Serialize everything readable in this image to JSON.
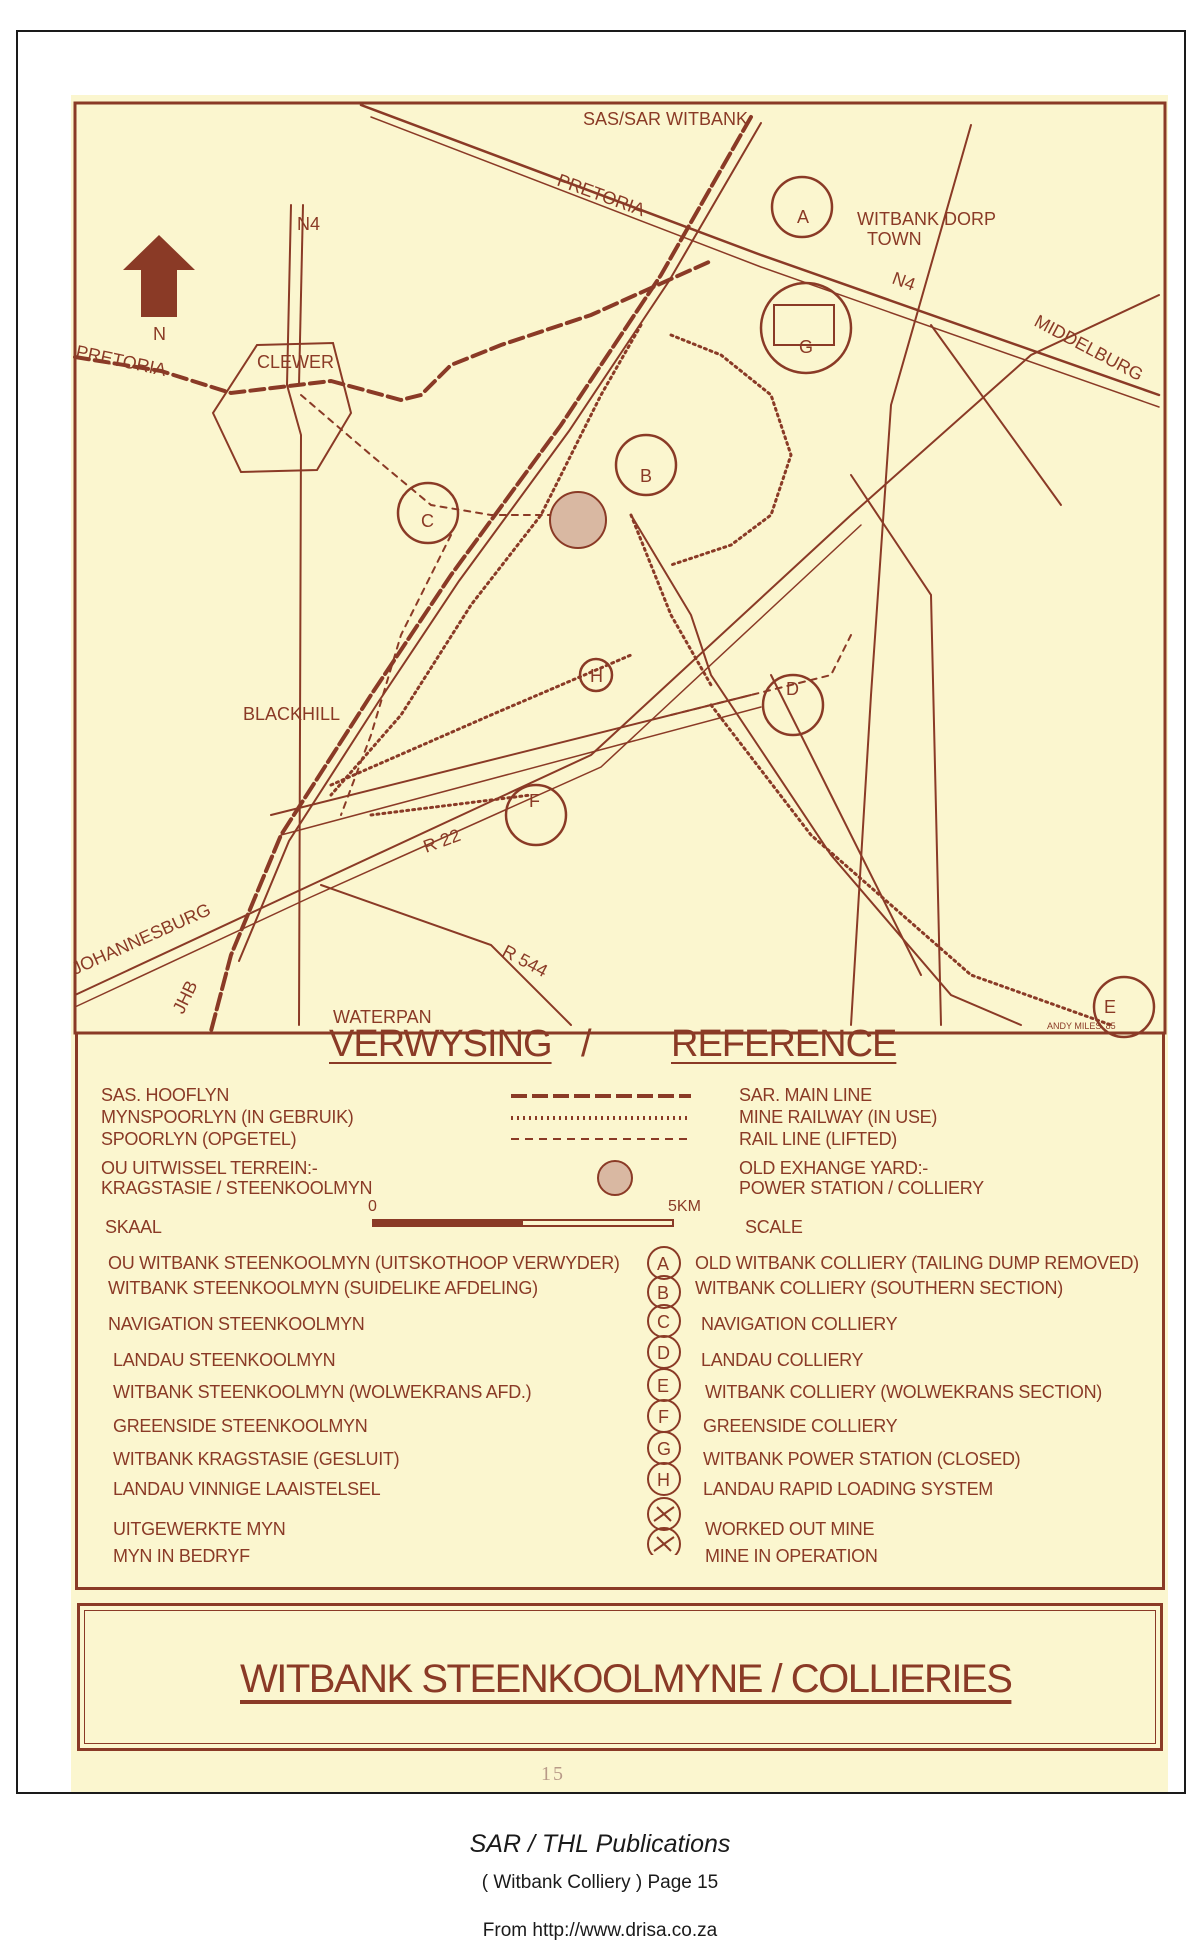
{
  "map": {
    "labels": {
      "sas_sar_witbank": "SAS/SAR WITBANK",
      "pretoria_top": "PRETORIA",
      "n4_top": "N4",
      "n4_right": "N4",
      "north": "N",
      "pretoria_left": "PRETORIA",
      "clewer": "CLEWER",
      "witbank_dorp": "WITBANK DORP",
      "town": "TOWN",
      "middelburg": "MIDDELBURG",
      "blackhill": "BLACKHILL",
      "r22": "R 22",
      "r544": "R 544",
      "johannesburg": "JOHANNESBURG",
      "jhb": "JHB",
      "waterpan": "WATERPAN",
      "author": "ANDY MILES '85"
    },
    "markers": [
      "A",
      "B",
      "C",
      "D",
      "E",
      "F",
      "G",
      "H"
    ]
  },
  "reference": {
    "title_left": "VERWYSING",
    "separator": "/",
    "title_right": "REFERENCE",
    "line_keys": [
      {
        "af": "SAS. HOOFLYN",
        "en": "SAR. MAIN LINE"
      },
      {
        "af": "MYNSPOORLYN (IN GEBRUIK)",
        "en": "MINE RAILWAY (IN USE)"
      },
      {
        "af": "SPOORLYN (OPGETEL)",
        "en": "RAIL LINE (LIFTED)"
      },
      {
        "af": "OU UITWISSEL TERREIN:-",
        "en": "OLD EXHANGE YARD:-"
      },
      {
        "af": "KRAGSTASIE / STEENKOOLMYN",
        "en": "POWER STATION / COLLIERY"
      }
    ],
    "scale": {
      "af": "SKAAL",
      "en": "SCALE",
      "start": "0",
      "end": "5KM"
    },
    "collieries": [
      {
        "letter": "A",
        "af": "OU WITBANK STEENKOOLMYN (UITSKOTHOOP VERWYDER)",
        "en": "OLD WITBANK COLLIERY (TAILING DUMP REMOVED)"
      },
      {
        "letter": "B",
        "af": "WITBANK STEENKOOLMYN (SUIDELIKE AFDELING)",
        "en": "WITBANK COLLIERY (SOUTHERN SECTION)"
      },
      {
        "letter": "C",
        "af": "NAVIGATION STEENKOOLMYN",
        "en": "NAVIGATION COLLIERY"
      },
      {
        "letter": "D",
        "af": "LANDAU STEENKOOLMYN",
        "en": "LANDAU COLLIERY"
      },
      {
        "letter": "E",
        "af": "WITBANK STEENKOOLMYN (WOLWEKRANS AFD.)",
        "en": "WITBANK COLLIERY (WOLWEKRANS SECTION)"
      },
      {
        "letter": "F",
        "af": "GREENSIDE STEENKOOLMYN",
        "en": "GREENSIDE COLLIERY"
      },
      {
        "letter": "G",
        "af": "WITBANK KRAGSTASIE (GESLUIT)",
        "en": "WITBANK POWER STATION (CLOSED)"
      },
      {
        "letter": "H",
        "af": "LANDAU VINNIGE LAAISTELSEL",
        "en": "LANDAU RAPID LOADING SYSTEM"
      }
    ],
    "status": [
      {
        "af": "UITGEWERKTE MYN",
        "en": "WORKED OUT MINE"
      },
      {
        "af": "MYN IN BEDRYF",
        "en": "MINE IN OPERATION"
      }
    ]
  },
  "banner": {
    "title": "WITBANK STEENKOOLMYNE / COLLIERIES"
  },
  "page_number": "15",
  "footer": {
    "publisher": "SAR / THL Publications",
    "page": "( Witbank Colliery ) Page 15",
    "source": "From http://www.drisa.co.za"
  },
  "colors": {
    "ink": "#8a3a26",
    "paper": "#fbf6cf"
  }
}
